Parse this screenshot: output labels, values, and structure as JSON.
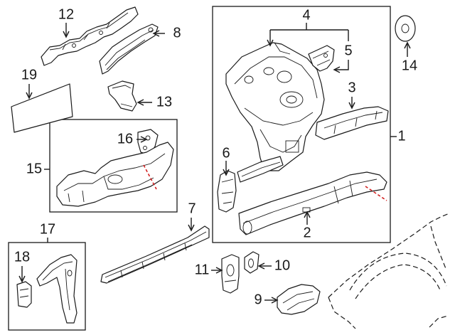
{
  "diagram": {
    "callouts": [
      {
        "id": "1",
        "label": "1"
      },
      {
        "id": "2",
        "label": "2"
      },
      {
        "id": "3",
        "label": "3"
      },
      {
        "id": "4",
        "label": "4"
      },
      {
        "id": "5",
        "label": "5"
      },
      {
        "id": "6",
        "label": "6"
      },
      {
        "id": "7",
        "label": "7"
      },
      {
        "id": "8",
        "label": "8"
      },
      {
        "id": "9",
        "label": "9"
      },
      {
        "id": "10",
        "label": "10"
      },
      {
        "id": "11",
        "label": "11"
      },
      {
        "id": "12",
        "label": "12"
      },
      {
        "id": "13",
        "label": "13"
      },
      {
        "id": "14",
        "label": "14"
      },
      {
        "id": "15",
        "label": "15"
      },
      {
        "id": "16",
        "label": "16"
      },
      {
        "id": "17",
        "label": "17"
      },
      {
        "id": "18",
        "label": "18"
      },
      {
        "id": "19",
        "label": "19"
      }
    ],
    "colors": {
      "line": "#1a1a1a",
      "cut_line": "#d32020",
      "background": "#ffffff"
    }
  }
}
